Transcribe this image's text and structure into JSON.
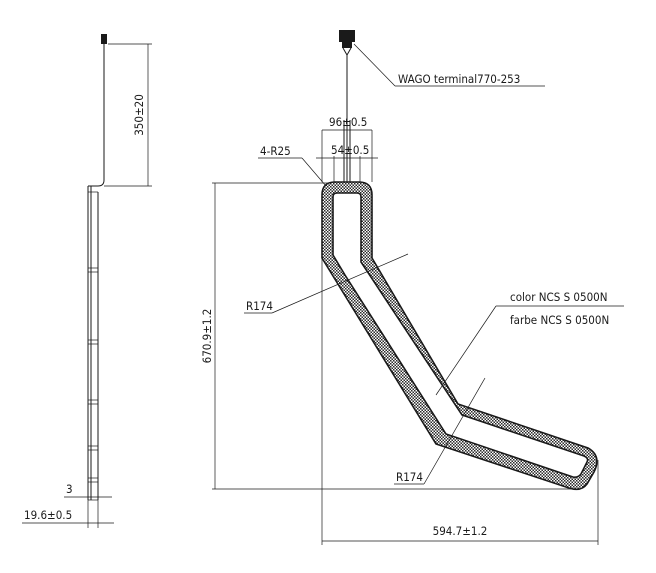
{
  "drawing": {
    "side_view": {
      "dim_cable_length": "350±20",
      "dim_wall_offset": "3",
      "dim_depth": "19.6±0.5"
    },
    "front_view": {
      "terminal_label": "WAGO terminal770-253",
      "dim_outer_width": "96±0.5",
      "dim_inner_width": "54±0.5",
      "corner_radius": "4-R25",
      "bend_radius_upper": "R174",
      "bend_radius_lower": "R174",
      "dim_height": "670.9±1.2",
      "dim_width": "594.7±1.2",
      "color_label": "color NCS S 0500N",
      "farbe_label": "farbe NCS S 0500N"
    }
  }
}
